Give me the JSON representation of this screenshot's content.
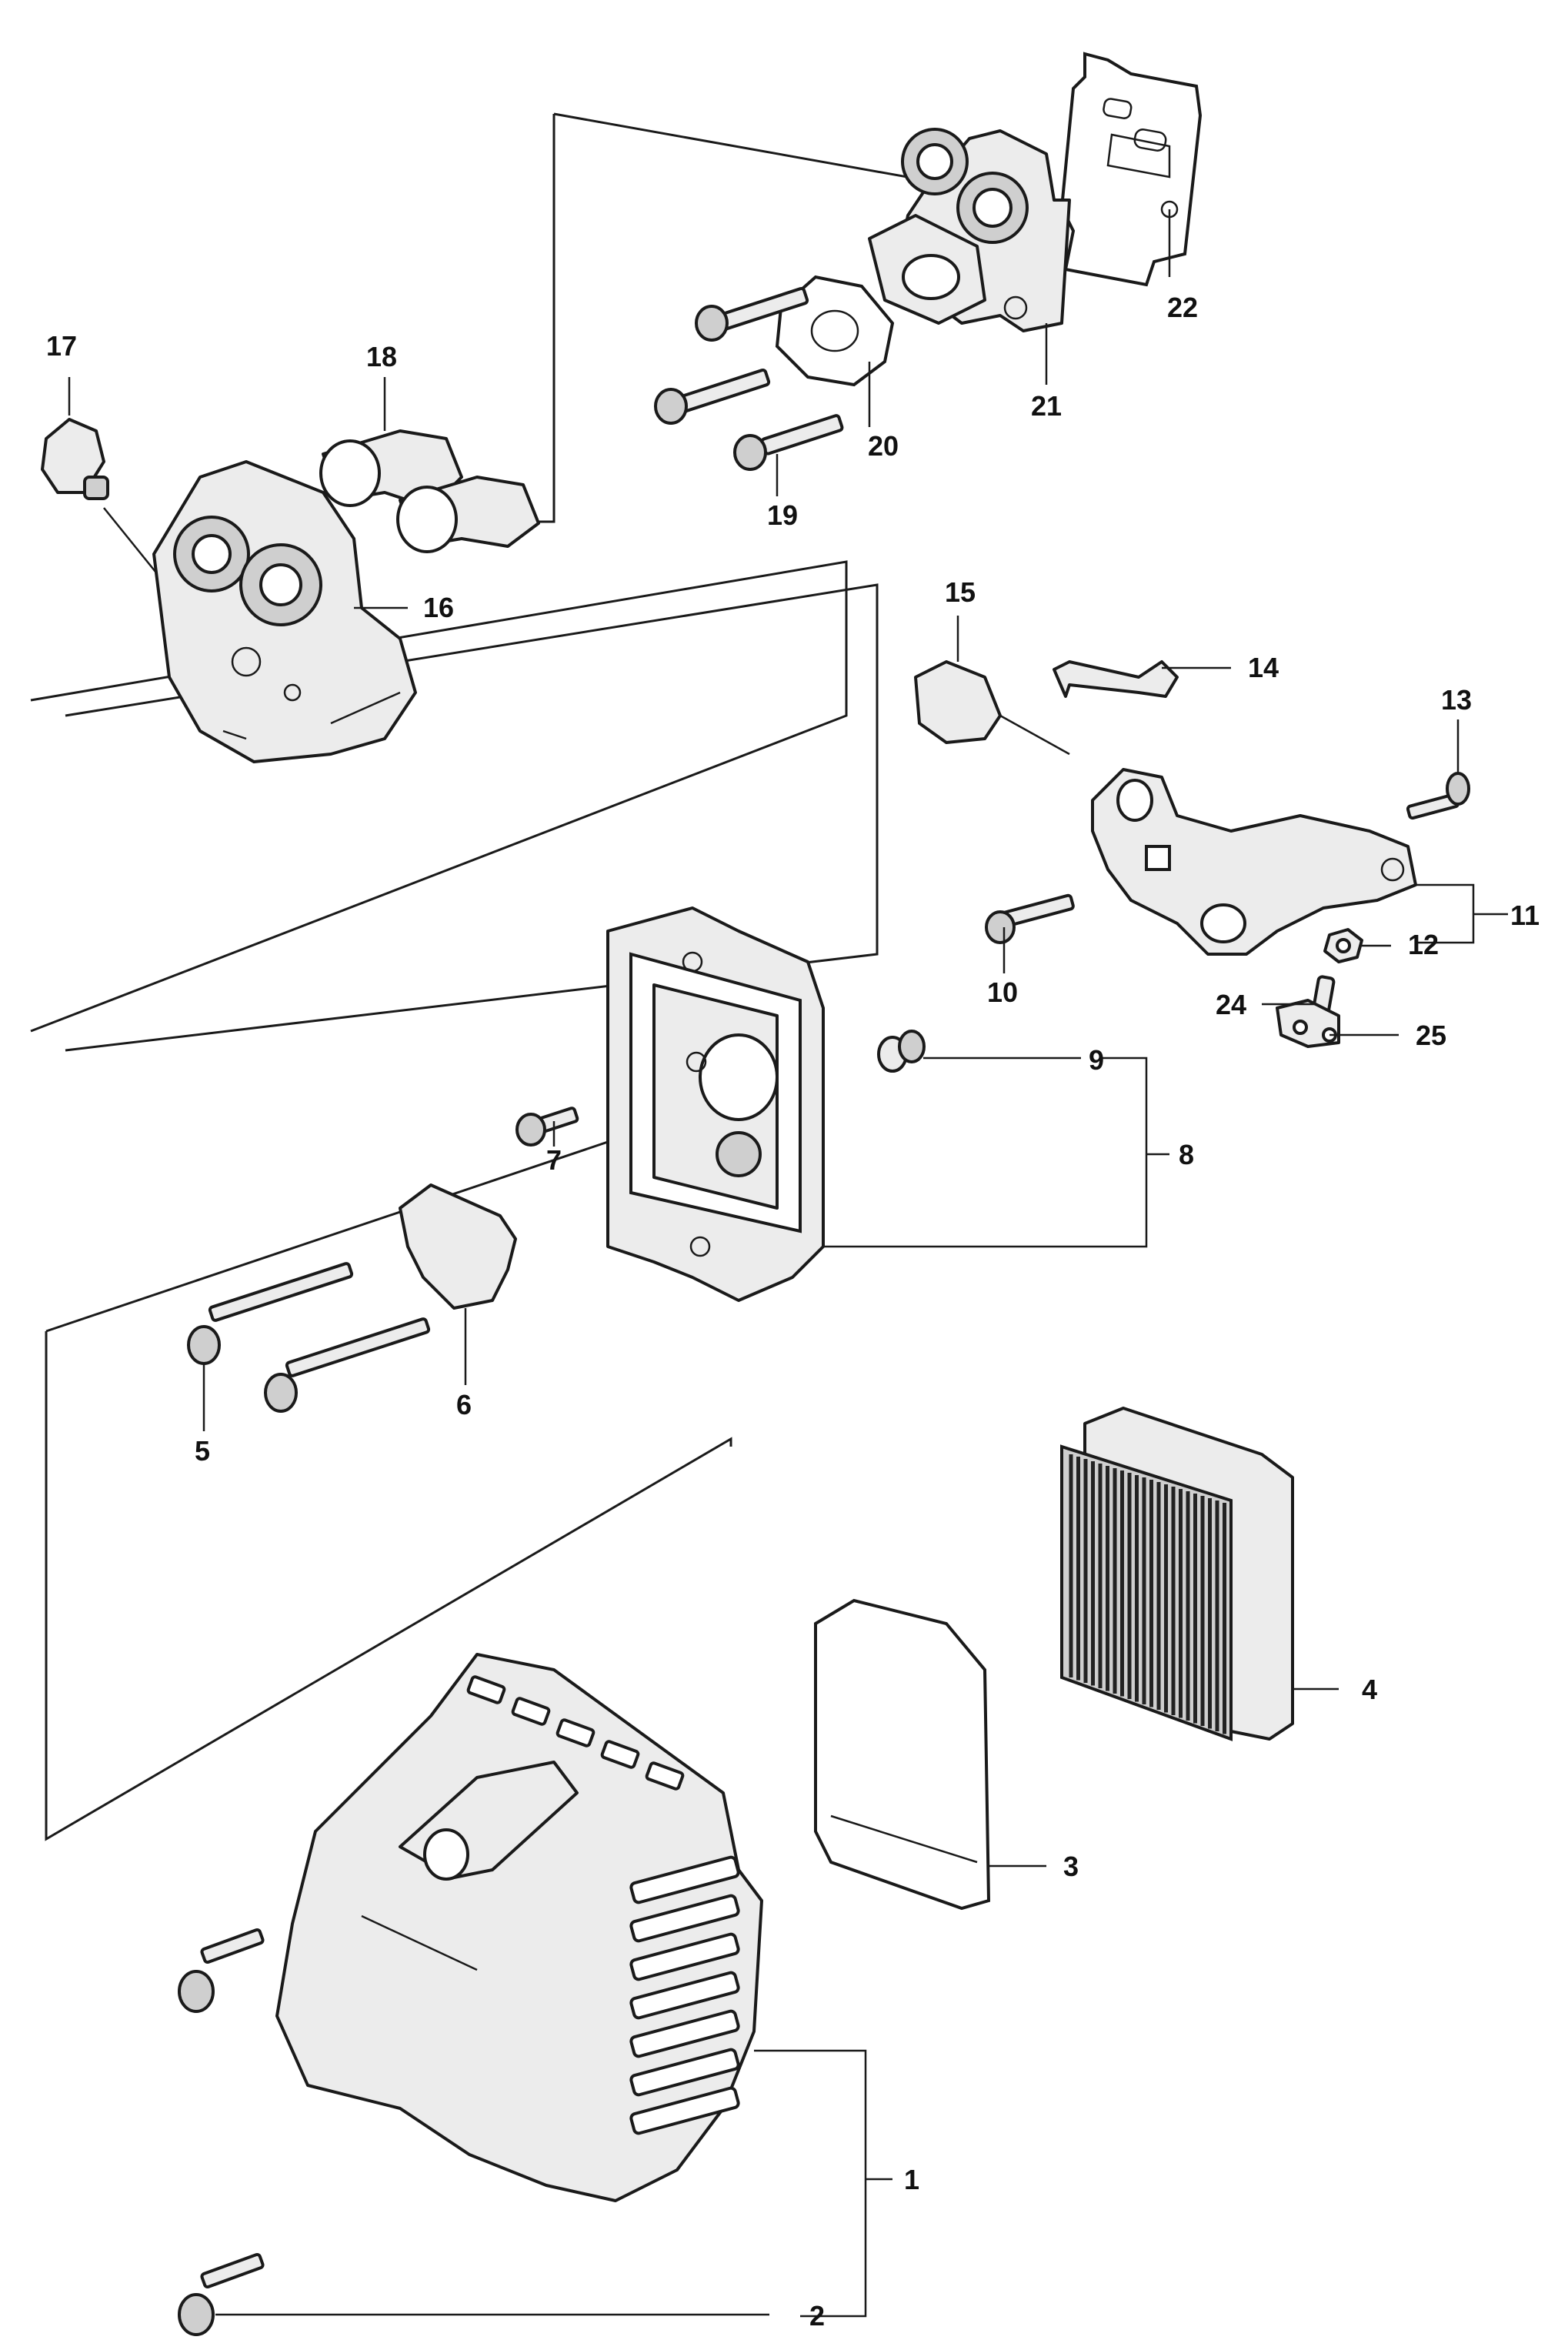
{
  "callouts": {
    "c1": "1",
    "c2": "2",
    "c3": "3",
    "c4": "4",
    "c5": "5",
    "c6": "6",
    "c7": "7",
    "c8": "8",
    "c9": "9",
    "c10": "10",
    "c11": "11",
    "c12": "12",
    "c13": "13",
    "c14": "14",
    "c15": "15",
    "c16": "16",
    "c17": "17",
    "c18": "18",
    "c19": "19",
    "c20": "20",
    "c21": "21",
    "c22": "22",
    "c24": "24",
    "c25": "25"
  },
  "colors": {
    "line": "#1a1a1a",
    "part_fill": "#ececec",
    "background": "#ffffff"
  }
}
